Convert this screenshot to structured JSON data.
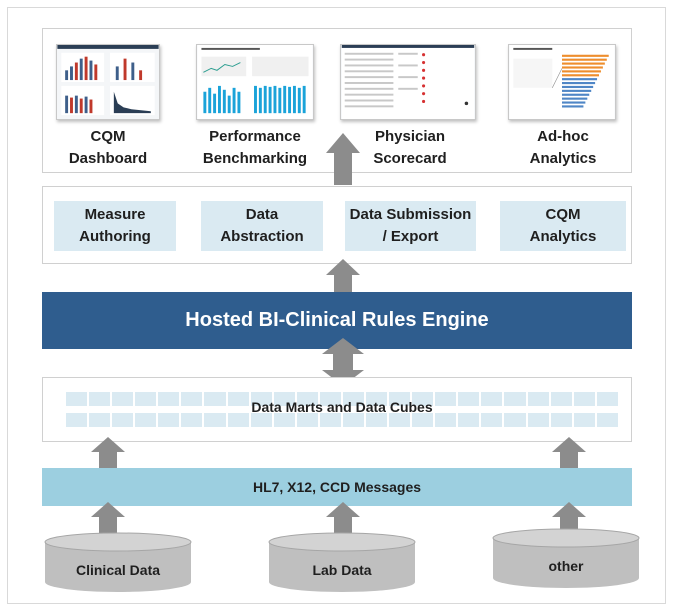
{
  "outputs": [
    {
      "label": "CQM\nDashboard"
    },
    {
      "label": "Performance\nBenchmarking"
    },
    {
      "label": "Physician\nScorecard"
    },
    {
      "label": "Ad-hoc\nAnalytics"
    }
  ],
  "services": [
    {
      "label": "Measure\nAuthoring"
    },
    {
      "label": "Data\nAbstraction"
    },
    {
      "label": "Data Submission\n/ Export"
    },
    {
      "label": "CQM\nAnalytics"
    }
  ],
  "engine": {
    "label": "Hosted BI-Clinical Rules Engine"
  },
  "data_marts": {
    "label": "Data Marts and Data Cubes"
  },
  "messages": {
    "label": "HL7, X12, CCD Messages"
  },
  "sources": [
    {
      "label": "Clinical Data"
    },
    {
      "label": "Lab Data"
    },
    {
      "label": "other"
    }
  ],
  "colors": {
    "engine_blue": "#2f5d8e",
    "service_fill": "#daeaf2",
    "message_fill": "#9ccfe0",
    "arrow_gray": "#8c8c8c",
    "cylinder_gray": "#bfbfbf"
  }
}
